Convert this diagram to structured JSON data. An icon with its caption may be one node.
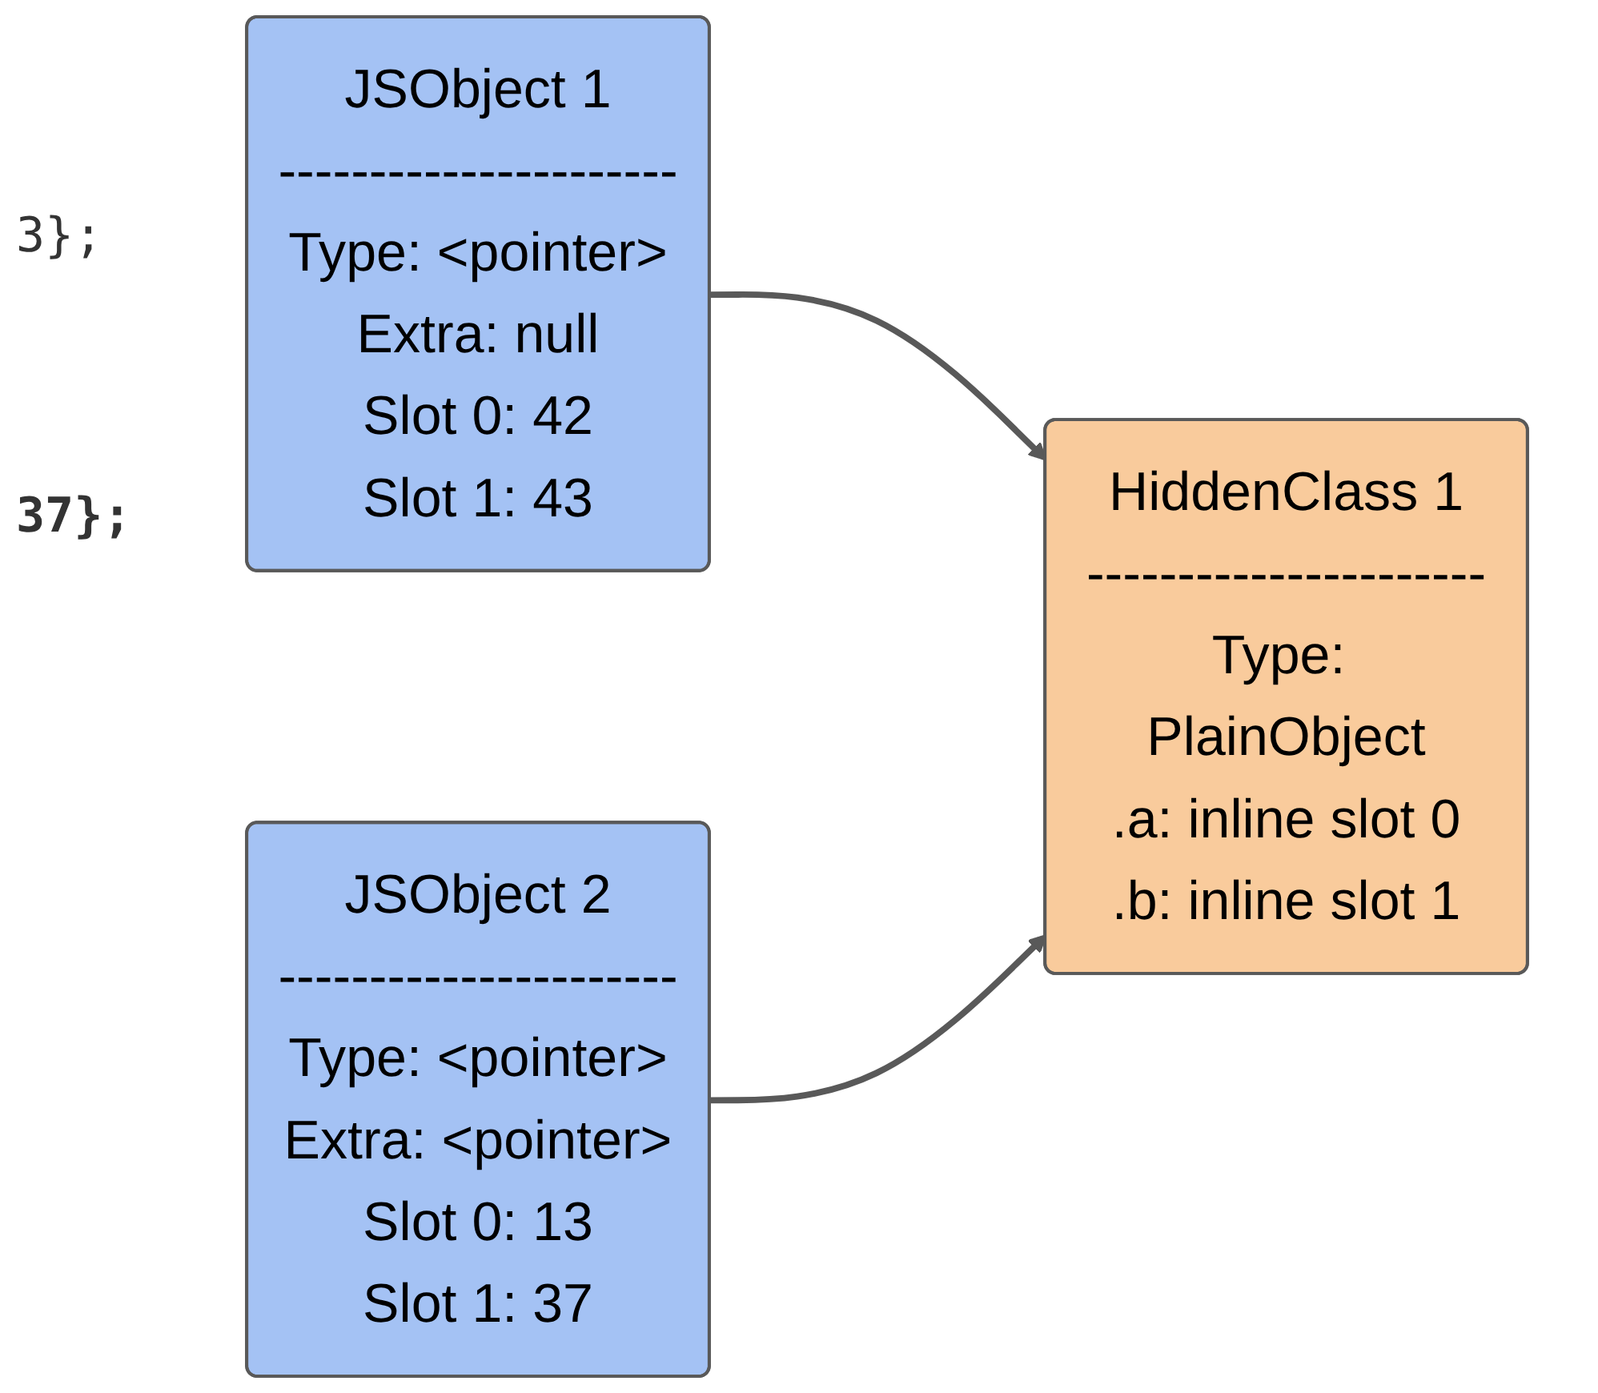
{
  "diagram": {
    "nodes": [
      {
        "text": [
          "JSObject 1",
          "----------------------",
          "Type: <pointer>",
          "Extra: null",
          "Slot 0: 42",
          "Slot 1: 43"
        ]
      },
      {
        "text": [
          "HiddenClass 1",
          "----------------------",
          "Type: PlainObject",
          ".a: inline slot 0",
          ".b: inline slot 1"
        ]
      },
      {
        "text": [
          "JSObject 2",
          "----------------------",
          "Type: <pointer>",
          "Extra: <pointer>",
          "Slot 0: 13",
          "Slot 1: 37"
        ]
      }
    ],
    "edges": [
      {
        "from": 0,
        "to": 1,
        "arrow": "to"
      },
      {
        "from": 2,
        "to": 1,
        "arrow": "to"
      }
    ],
    "labels": [
      "3};",
      "37};"
    ]
  }
}
